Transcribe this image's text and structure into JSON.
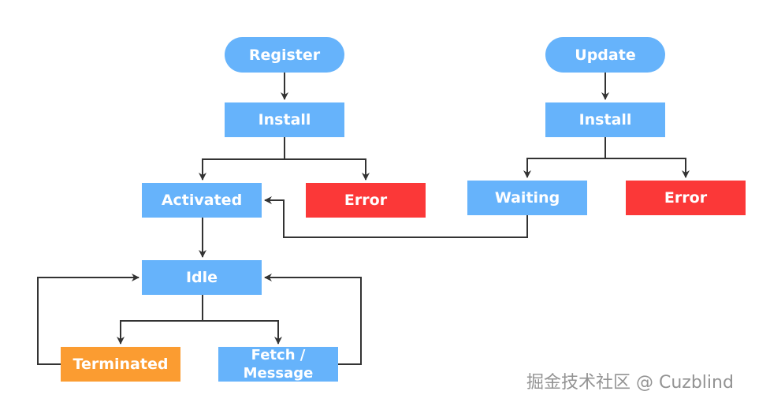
{
  "nodes": {
    "register": "Register",
    "update": "Update",
    "install_left": "Install",
    "install_right": "Install",
    "activated": "Activated",
    "error_left": "Error",
    "waiting": "Waiting",
    "error_right": "Error",
    "idle": "Idle",
    "terminated": "Terminated",
    "fetch_line1": "Fetch /",
    "fetch_line2": "Message"
  },
  "edges": [
    {
      "from": "Register",
      "to": "Install (left)"
    },
    {
      "from": "Install (left)",
      "to": "Activated"
    },
    {
      "from": "Install (left)",
      "to": "Error (left)"
    },
    {
      "from": "Update",
      "to": "Install (right)"
    },
    {
      "from": "Install (right)",
      "to": "Waiting"
    },
    {
      "from": "Install (right)",
      "to": "Error (right)"
    },
    {
      "from": "Waiting",
      "to": "Activated"
    },
    {
      "from": "Activated",
      "to": "Idle"
    },
    {
      "from": "Idle",
      "to": "Terminated"
    },
    {
      "from": "Idle",
      "to": "Fetch / Message"
    },
    {
      "from": "Terminated",
      "to": "Idle"
    },
    {
      "from": "Fetch / Message",
      "to": "Idle"
    }
  ],
  "watermark": "掘金技术社区 @ Cuzblind",
  "colors": {
    "blue": "#66b3fb",
    "red": "#fb3838",
    "orange": "#fb9c31",
    "line": "#333333",
    "text": "#ffffff"
  }
}
